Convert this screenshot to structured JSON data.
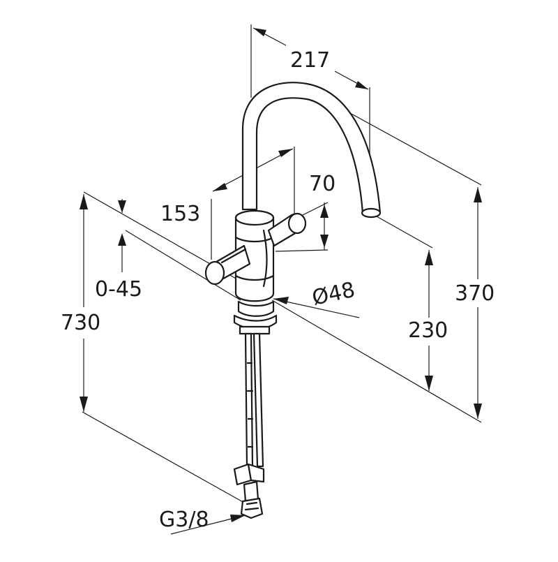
{
  "dimensions": {
    "spout_reach": "217",
    "handle_span": "153",
    "handle_height": "70",
    "deck_thickness": "0-45",
    "hose_length": "730",
    "spout_outlet_height": "230",
    "overall_height": "370",
    "base_diameter": "Ø48",
    "connection_thread": "G3/8"
  }
}
